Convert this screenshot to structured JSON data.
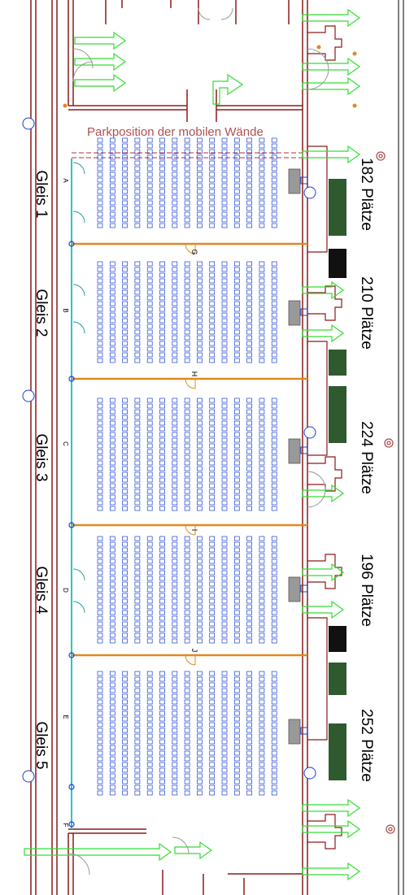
{
  "parking_note": "Parkposition der mobilen Wände",
  "halls": [
    {
      "track": "Gleis 1",
      "seats": "182 Plätze",
      "door": "A"
    },
    {
      "track": "Gleis 2",
      "seats": "210 Plätze",
      "door": "B"
    },
    {
      "track": "Gleis 3",
      "seats": "224 Plätze",
      "door": "C"
    },
    {
      "track": "Gleis 4",
      "seats": "196 Plätze",
      "door": "D"
    },
    {
      "track": "Gleis 5",
      "seats": "252 Plätze",
      "door": "E"
    }
  ],
  "extra_door": "F",
  "partitions": [
    "G",
    "H",
    "I",
    "J"
  ],
  "colors": {
    "wall": "#8b1a1a",
    "seat": "#1a3fd6",
    "arrow": "#33dd33",
    "partition": "#e08a1e",
    "note": "#b05050",
    "dark_green": "#2f5a2f"
  }
}
